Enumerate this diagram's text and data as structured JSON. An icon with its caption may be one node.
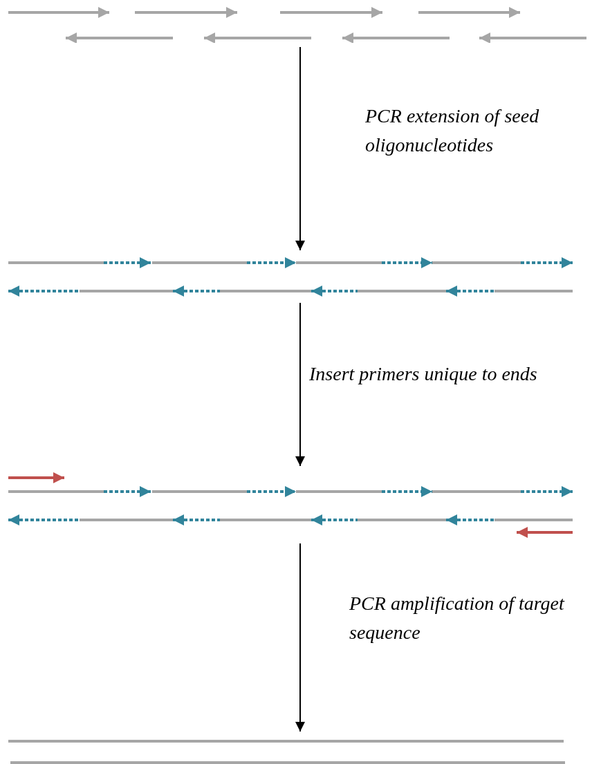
{
  "diagram": {
    "nodes": [
      {
        "text": [],
        "shape": "picture"
      },
      {
        "text": [],
        "shape": "picture"
      },
      {
        "text": [],
        "shape": "picture"
      },
      {
        "text": [],
        "shape": "picture"
      }
    ],
    "edges": [
      {
        "from": 0,
        "to": 1,
        "arrow": "to",
        "label": "PCR extension of seed oligonucleotides"
      },
      {
        "from": 1,
        "to": 2,
        "arrow": "to",
        "label": "Insert primers unique to ends"
      },
      {
        "from": 2,
        "to": 3,
        "arrow": "to",
        "label": "PCR amplification of target sequence"
      }
    ]
  }
}
